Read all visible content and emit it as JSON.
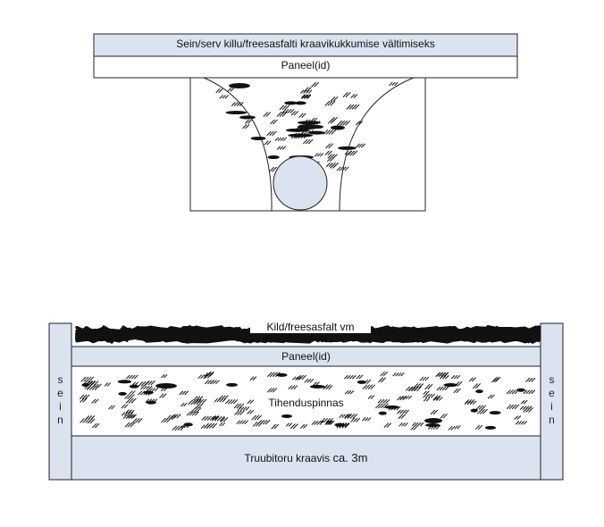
{
  "top_diagram": {
    "title": "Sein/serv killu/freesasfalti kraavikukkumise vältimiseks",
    "panel_label": "Paneel(id)"
  },
  "bottom_diagram": {
    "top_layer_label": "Kild/freesasfalt vm",
    "panel_label": "Paneel(id)",
    "fill_label": "Tihenduspinnas",
    "base_label_main": "Truubitoru kraavis",
    "base_label_size": "ca. 3m",
    "left_wall_letters": [
      "s",
      "e",
      "i",
      "n"
    ],
    "right_wall_letters": [
      "s",
      "e",
      "i",
      "n"
    ]
  },
  "colors": {
    "panel_fill": "#dbe3f0",
    "pipe_fill": "#dbe3f0",
    "stroke": "#222222",
    "hatch": "#111111"
  }
}
